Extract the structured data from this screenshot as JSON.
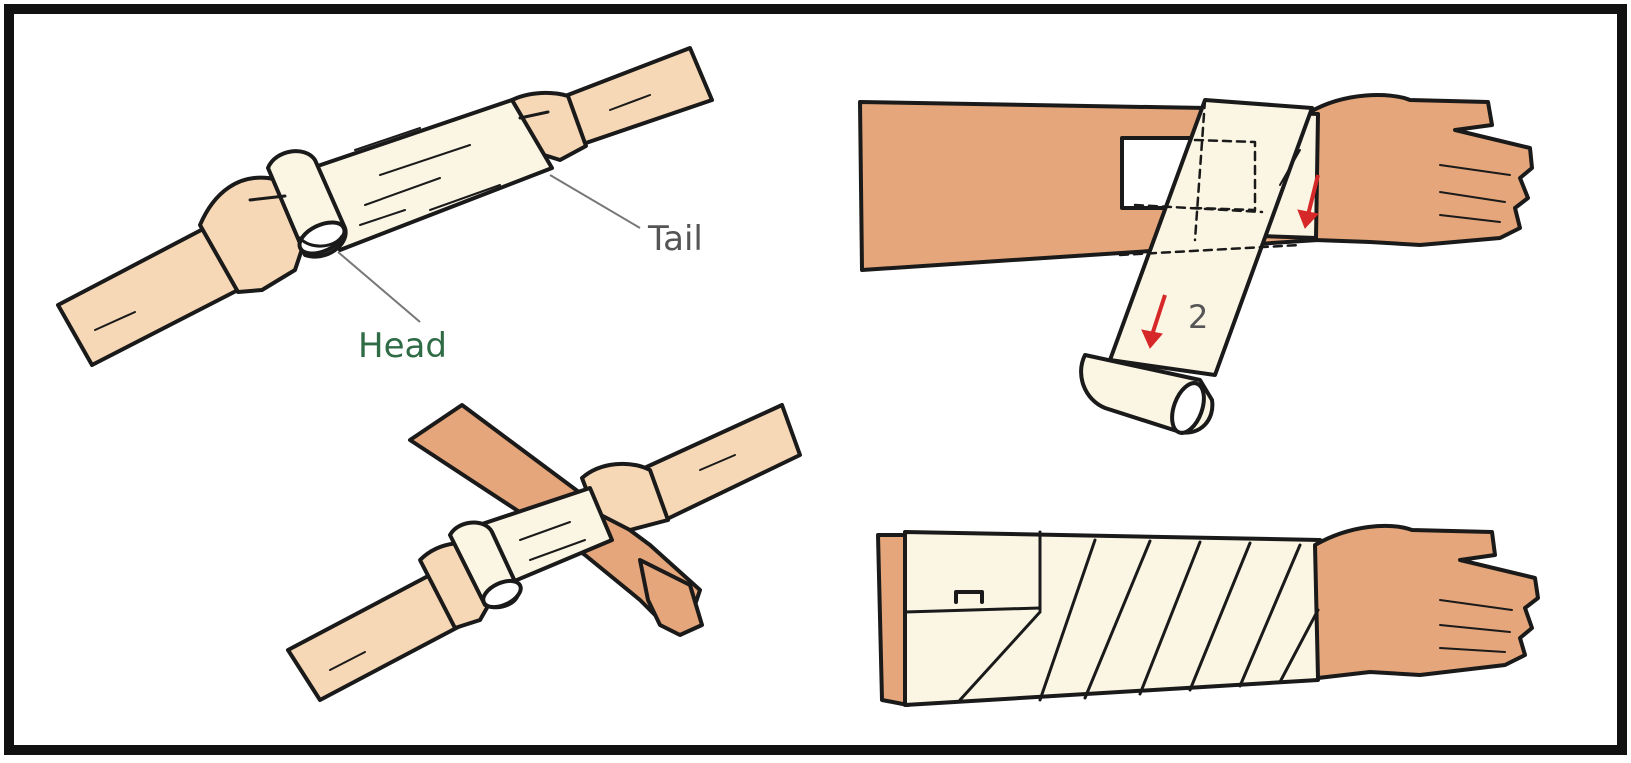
{
  "labels": {
    "tail": "Tail",
    "head": "Head",
    "step_number": "2"
  },
  "colors": {
    "frame": "#111111",
    "skin_light": "#f7d8b6",
    "skin_dark": "#e4a67a",
    "bandage": "#fbf6e4",
    "outline": "#1a1a1a",
    "head_label": "#2f6b45",
    "arrow": "#d62828",
    "leader_line": "#777777"
  },
  "icons": {
    "direction_arrow": "arrow-down-icon",
    "safety_clip": "bandage-clip-icon"
  }
}
